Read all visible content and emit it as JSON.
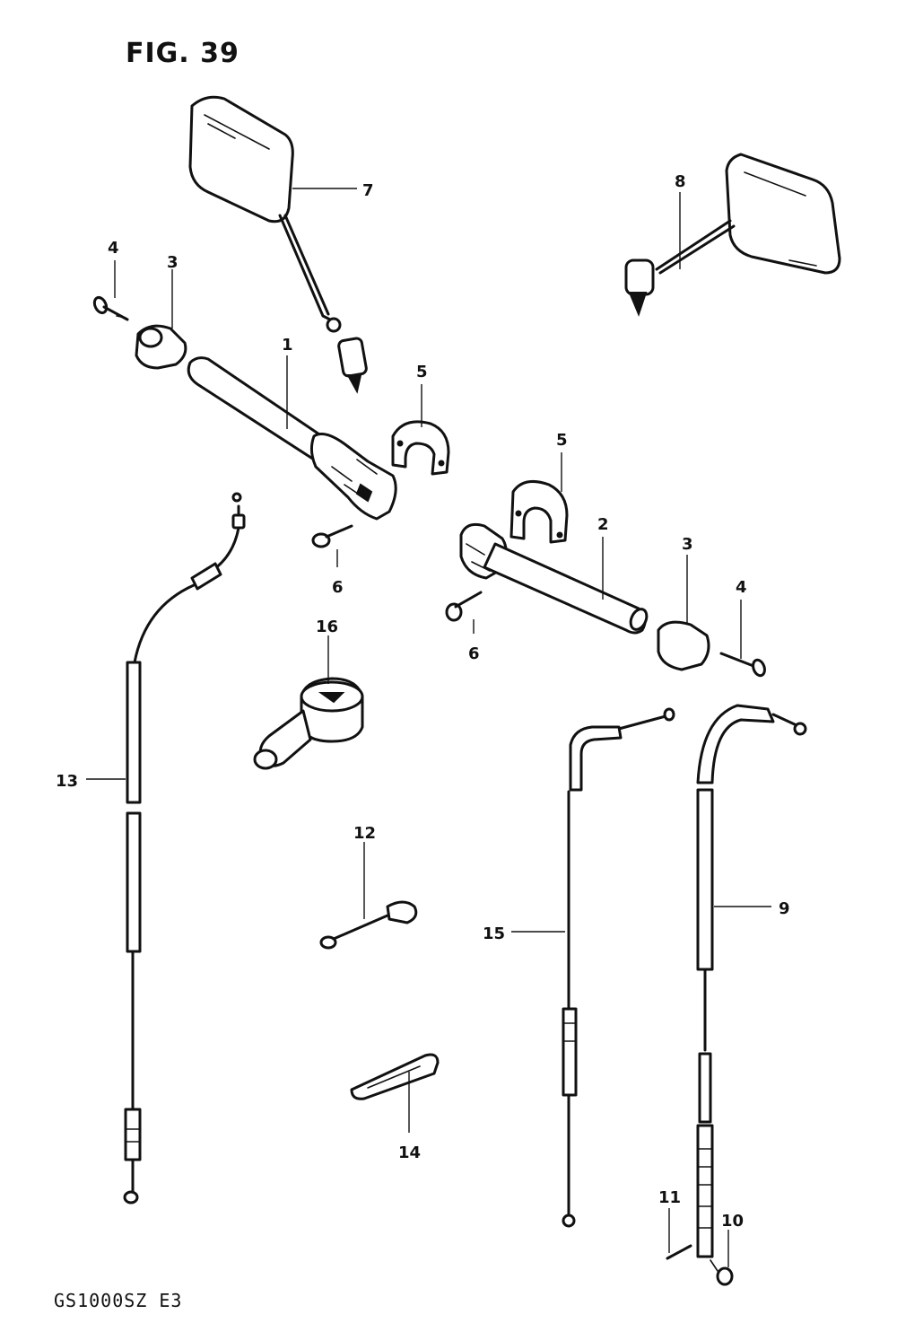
{
  "figure": {
    "title": "FIG. 39",
    "model_code": "GS1000SZ E3"
  },
  "callouts": {
    "c1": "1",
    "c2": "2",
    "c3a": "3",
    "c3b": "3",
    "c4a": "4",
    "c4b": "4",
    "c5a": "5",
    "c5b": "5",
    "c6a": "6",
    "c6b": "6",
    "c7": "7",
    "c8": "8",
    "c9": "9",
    "c10": "10",
    "c11": "11",
    "c12": "12",
    "c13": "13",
    "c14": "14",
    "c15": "15",
    "c16": "16"
  }
}
